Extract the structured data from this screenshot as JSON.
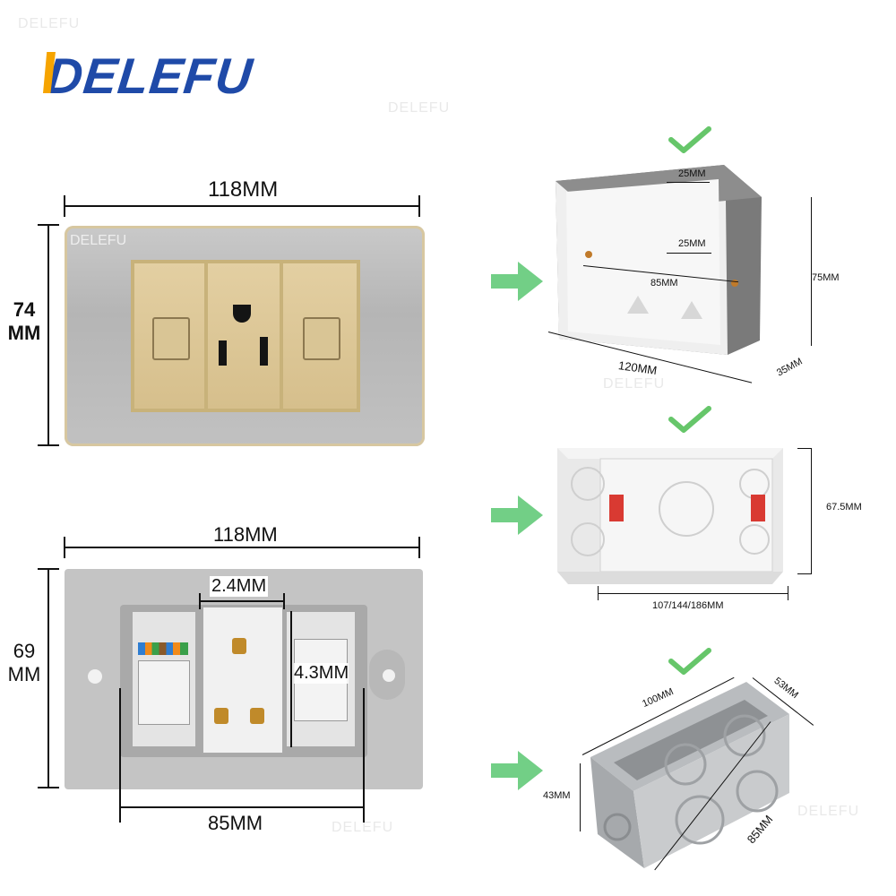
{
  "brand": {
    "logo": "DELEFU",
    "watermark": "DELEFU"
  },
  "front_plate": {
    "width_label": "118MM",
    "height_label": "74\nMM"
  },
  "back_plate": {
    "width_label": "118MM",
    "height_label": "69\nMM",
    "mount_width_label": "85MM",
    "gap_label": "2.4MM",
    "depth_label": "4.3MM"
  },
  "box_1": {
    "top_label": "25MM",
    "inner_label": "25MM",
    "hole_label": "85MM",
    "length_label": "120MM",
    "height_label": "75MM",
    "depth_label": "35MM"
  },
  "box_2": {
    "height_label": "67.5MM",
    "length_label": "107/144/186MM"
  },
  "box_3": {
    "length_label": "100MM",
    "width_label": "53MM",
    "height_label": "43MM",
    "hole_label": "85MM"
  },
  "colors": {
    "brand_blue": "#1f4aa8",
    "brand_orange": "#f6a400",
    "check_green": "#66c66a",
    "arrow_green": "#72cf86",
    "plate_gold": "#d8c194"
  }
}
